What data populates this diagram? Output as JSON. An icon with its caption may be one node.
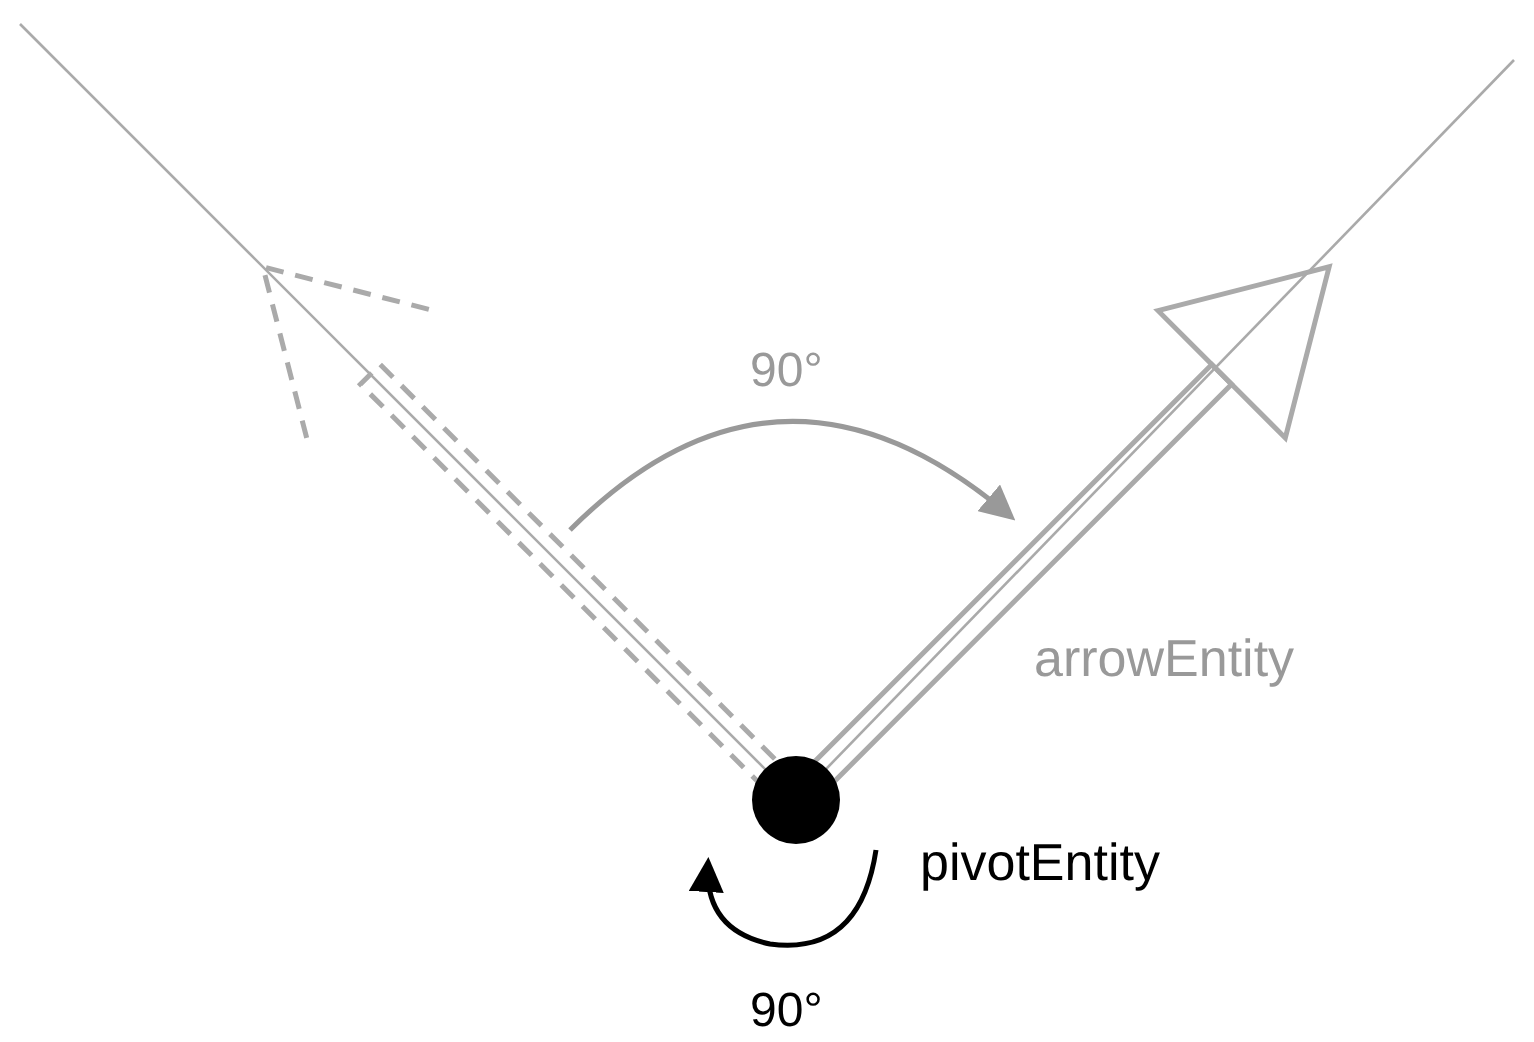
{
  "diagram": {
    "labels": [
      "90°",
      "arrowEntity",
      "pivotEntity",
      "90°"
    ]
  }
}
